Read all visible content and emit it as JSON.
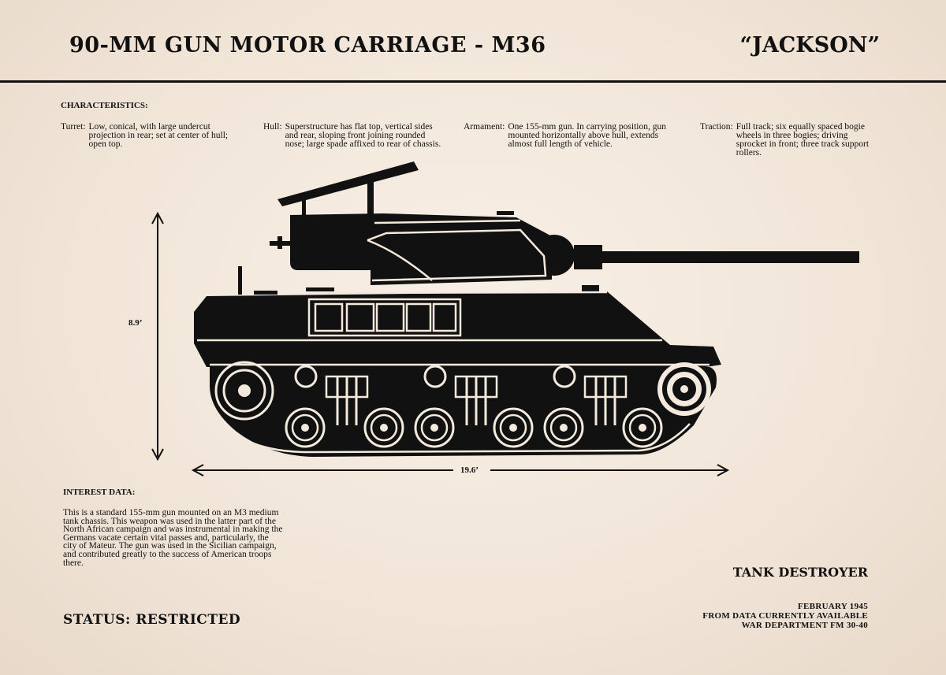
{
  "header": {
    "title": "90-MM GUN MOTOR CARRIAGE - M36",
    "nickname": "“JACKSON”"
  },
  "characteristics": {
    "heading": "CHARACTERISTICS:",
    "turret": {
      "label": "Turret:",
      "text": "Low, conical, with large undercut projection in rear; set at center of hull; open top."
    },
    "hull": {
      "label": "Hull:",
      "text": "Superstructure has flat top, vertical sides and rear, sloping front joining rounded nose; large spade affixed to rear of chassis."
    },
    "armament": {
      "label": "Armament:",
      "text": "One 155-mm gun. In carrying position, gun mounted horizontally above hull, extends almost full length of vehicle."
    },
    "traction": {
      "label": "Traction:",
      "text": "Full track; six equally spaced bogie wheels in three bogies; driving sprocket in front; three track support rollers."
    }
  },
  "dimensions": {
    "height": "8.9’",
    "length": "19.6’"
  },
  "interest": {
    "heading": "INTEREST DATA:",
    "text": "This is a standard 155-mm gun mounted on an M3 medium tank chassis. This weapon was used in the latter part of the North African campaign and was instrumental in making the Germans vacate certain vital passes and, particularly, the city of Mateur. The gun was used in the Sicilian campaign, and contributed greatly to the success of American troops there."
  },
  "status": "STATUS: RESTRICTED",
  "category": "TANK DESTROYER",
  "footer": {
    "date": "FEBRUARY 1945",
    "source": "FROM DATA CURRENTLY AVAILABLE",
    "reference": "WAR DEPARTMENT FM 30-40"
  },
  "colors": {
    "ink": "#111111",
    "paper": "#f4e9dd"
  }
}
